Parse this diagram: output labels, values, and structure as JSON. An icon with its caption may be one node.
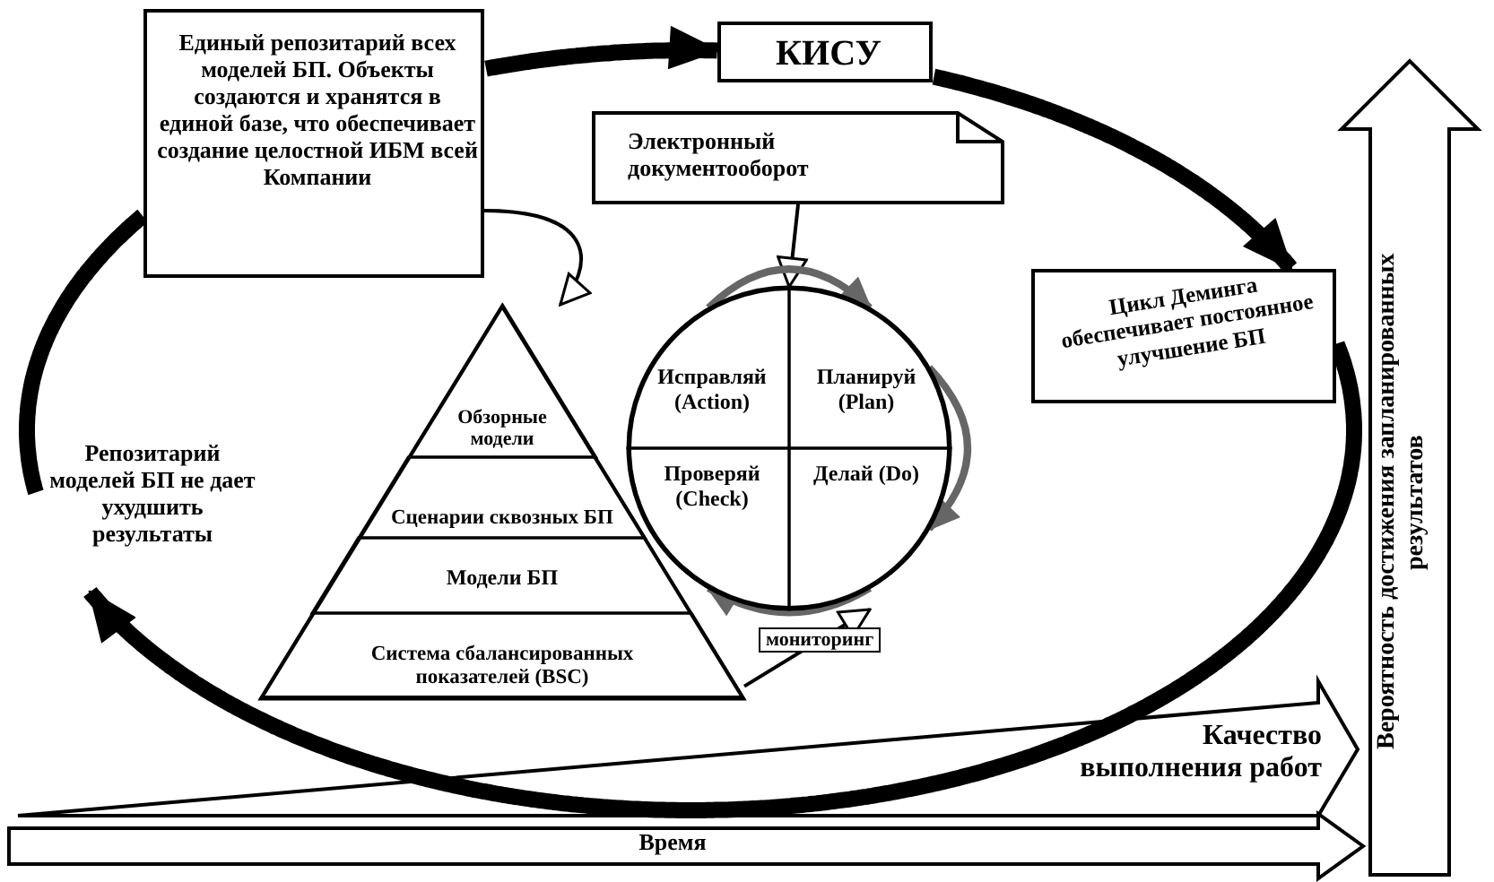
{
  "diagram": {
    "nodes": [
      {
        "text": [
          "Единый репозитарий всех моделей БП. Объекты создаются и хранятся в единой базе, что обеспечивает создание целостной ИБМ всей Компании"
        ]
      },
      {
        "text": [
          "КИСУ"
        ]
      },
      {
        "text": [
          "Электронный документооборот"
        ]
      },
      {
        "text": [],
        "shape": "circle"
      },
      {
        "text": [
          "Исправляй (Action)"
        ],
        "in": 3
      },
      {
        "text": [
          "Планируй (Plan)"
        ],
        "in": 3
      },
      {
        "text": [
          "Проверяй (Check)"
        ],
        "in": 3
      },
      {
        "text": [
          "Делай (Do)"
        ],
        "in": 3
      },
      {
        "text": [
          "Цикл Деминга обеспечивает постоянное улучшение БП"
        ]
      },
      {
        "text": [
          "Репозитарий моделей БП не дает ухудшить результаты"
        ]
      },
      {
        "text": [],
        "shape": "triangle"
      },
      {
        "text": [
          "Обзорные модели"
        ],
        "in": 10
      },
      {
        "text": [
          "Сценарии сквозных БП"
        ],
        "in": 10
      },
      {
        "text": [
          "Модели БП"
        ],
        "in": 10
      },
      {
        "text": [
          "Система сбалансированных показателей (BSC)"
        ],
        "in": 10
      }
    ],
    "edges": [
      {
        "from": 0,
        "to": 1,
        "arrow": "to",
        "style": "thick"
      },
      {
        "from": 1,
        "to": 8,
        "arrow": "to",
        "style": "thick"
      },
      {
        "from": 8,
        "to": 9,
        "arrow": "to",
        "style": "thick"
      },
      {
        "from": 9,
        "to": 0,
        "arrow": "none",
        "style": "thick"
      },
      {
        "from": 0,
        "to": 10,
        "arrow": "to"
      },
      {
        "from": 2,
        "to": 3,
        "arrow": "to"
      },
      {
        "from": 4,
        "to": 5,
        "arrow": "to",
        "color": "#666666"
      },
      {
        "from": 5,
        "to": 7,
        "arrow": "to",
        "color": "#666666"
      },
      {
        "from": 7,
        "to": 6,
        "arrow": "to",
        "color": "#666666"
      },
      {
        "from": 14,
        "to": 3,
        "arrow": "to",
        "label": "мониторинг"
      }
    ],
    "labels": [
      "Время",
      "Качество выполнения работ",
      "Вероятность достижения запланированных результатов"
    ]
  }
}
